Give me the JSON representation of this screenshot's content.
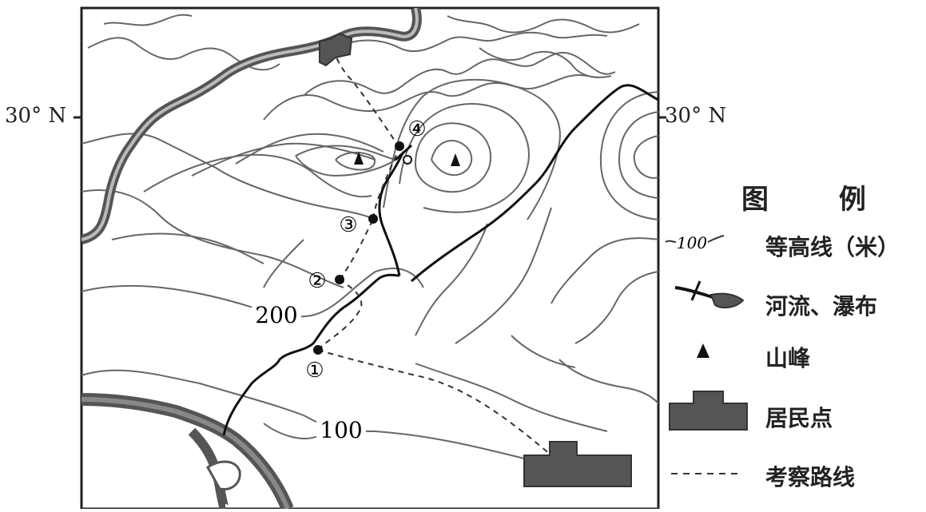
{
  "latitude": {
    "left_label": "30° N",
    "right_label": "30° N"
  },
  "contour_labels": [
    "200",
    "100"
  ],
  "legend": {
    "title": "图 例",
    "items": [
      {
        "symbol_text": "100",
        "label": "等高线（米）"
      },
      {
        "label": "河流、瀑布"
      },
      {
        "label": "山峰"
      },
      {
        "label": "居民点"
      },
      {
        "label": "考察路线"
      }
    ]
  },
  "route_points": [
    "①",
    "②",
    "③",
    "④"
  ],
  "colors": {
    "line": "#555555",
    "river_fill": "#666666",
    "settlement": "#555555"
  },
  "icons": [
    "peak-icon",
    "settlement-icon",
    "waterfall-icon"
  ]
}
